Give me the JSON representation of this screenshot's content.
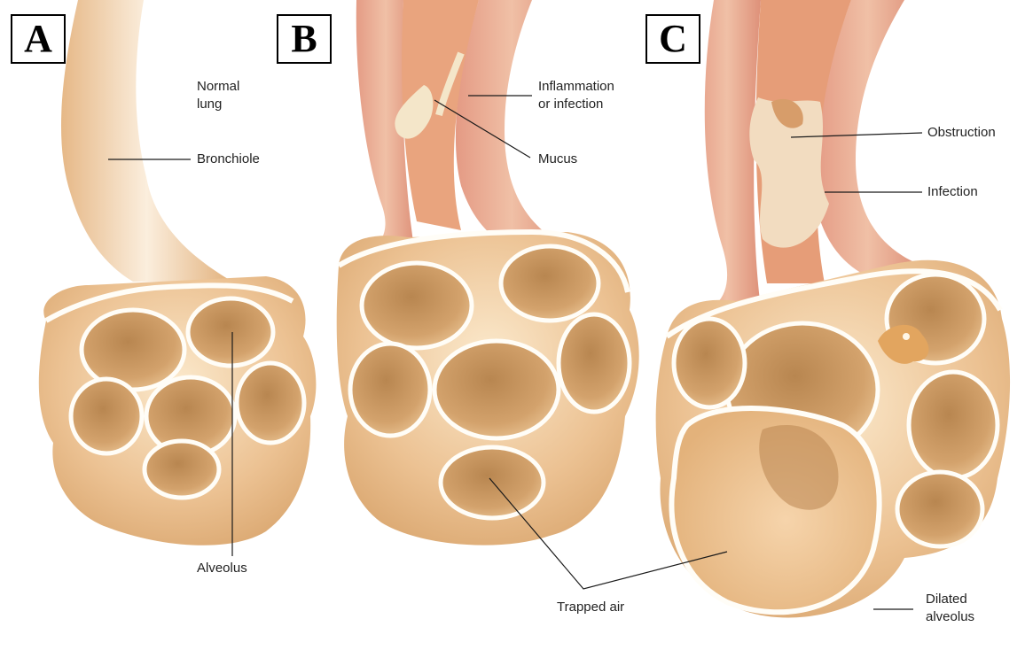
{
  "panels": {
    "a": {
      "letter": "A"
    },
    "b": {
      "letter": "B"
    },
    "c": {
      "letter": "C"
    }
  },
  "labels": {
    "normal_lung": [
      "Normal",
      "lung"
    ],
    "bronchiole": "Bronchiole",
    "alveolus": "Alveolus",
    "inflammation": [
      "Inflammation",
      "or infection"
    ],
    "mucus": "Mucus",
    "trapped_air": "Trapped air",
    "obstruction": "Obstruction",
    "infection": "Infection",
    "dilated_alveolus": [
      "Dilated",
      "alveolus"
    ]
  },
  "colors": {
    "tissue_light": "#f7ddb6",
    "tissue_mid": "#e9b985",
    "tissue_dark": "#c9955e",
    "cavity_shadow": "#a7773f",
    "airway_red": "#de8f7f",
    "rim_white": "#fffdf7",
    "mucus": "#f4e6c9",
    "leader_line": "#1a1a1a"
  }
}
